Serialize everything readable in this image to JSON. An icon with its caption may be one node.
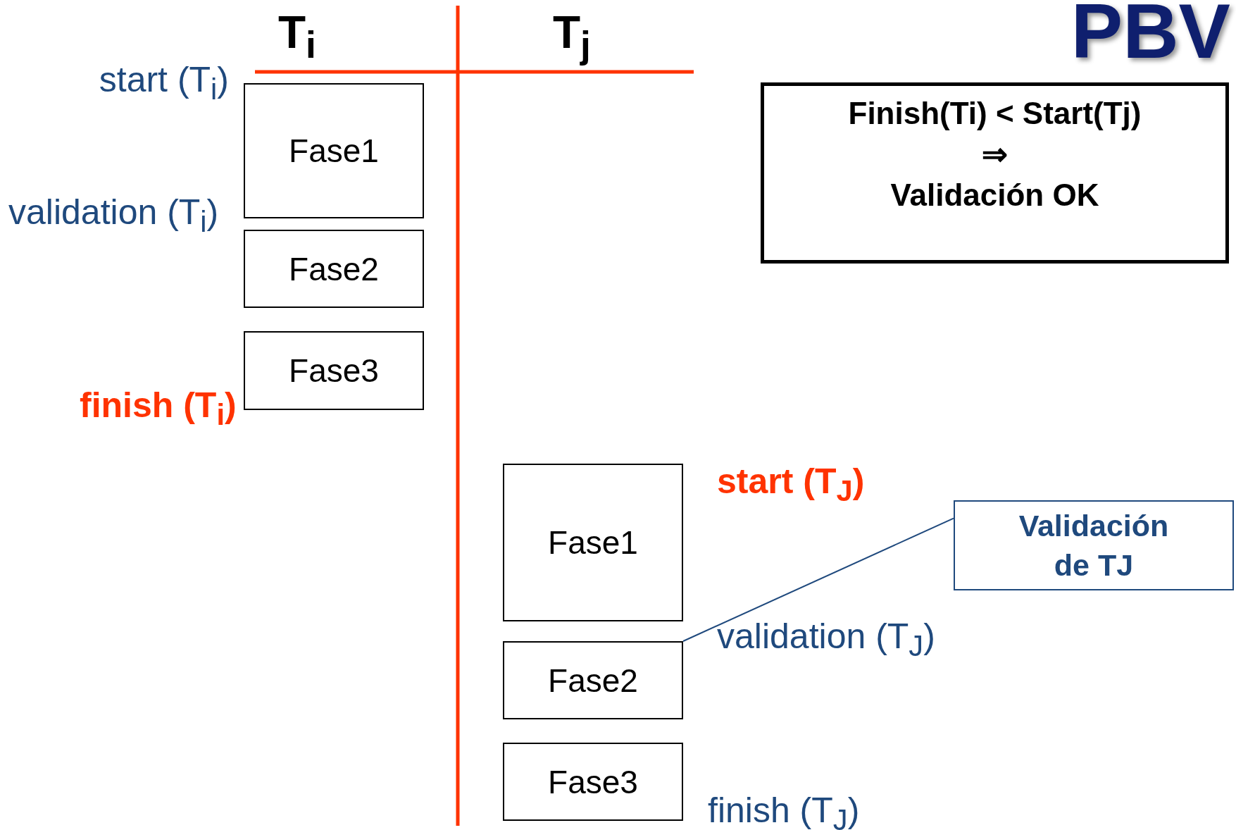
{
  "diagram": {
    "title": "PBV",
    "nodes": [
      {
        "text": [
          "Fase1"
        ]
      },
      {
        "text": [
          "Fase2"
        ]
      },
      {
        "text": [
          "Fase3"
        ]
      },
      {
        "text": [
          "Fase1"
        ]
      },
      {
        "text": [
          "Fase2"
        ]
      },
      {
        "text": [
          "Fase3"
        ]
      },
      {
        "text": [
          "Finish(Ti) < Start(Tj)",
          "⇒",
          "Validación OK"
        ]
      },
      {
        "text": [
          "Validación de TJ"
        ]
      }
    ],
    "edges": [
      {
        "from": 7,
        "to": 4,
        "arrow": "none"
      }
    ],
    "labels": [
      "T$_{i}$",
      "T$_{j}$",
      "start (T$_{i}$)",
      "validation (T$_{i}$)",
      "finish (T$_{i}$)",
      "start (T$_{J}$)",
      "validation (T$_{J}$)",
      "finish (T$_{J}$)"
    ]
  }
}
